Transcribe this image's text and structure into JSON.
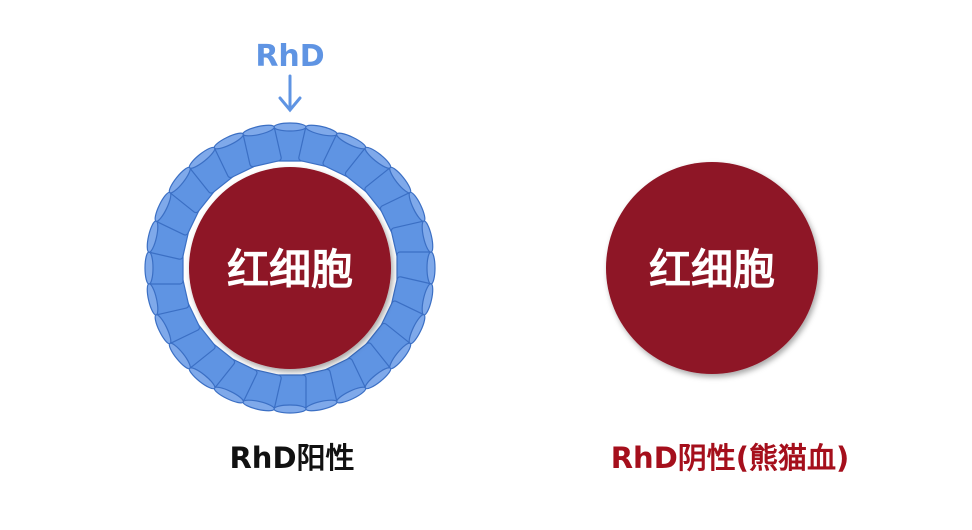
{
  "antigen_label": "RhD",
  "cell_positive": {
    "label": "红细胞",
    "caption": "RhD阳性"
  },
  "cell_negative": {
    "label": "红细胞",
    "caption": "RhD阴性(熊猫血)"
  },
  "colors": {
    "cell_fill": "#8e1426",
    "antigen_fill": "#5f94e3",
    "antigen_stroke": "#3b6fc4",
    "antigen_label": "#5f94e3",
    "caption_positive": "#111111",
    "caption_negative": "#a50f1c"
  },
  "antigen_count": 28
}
